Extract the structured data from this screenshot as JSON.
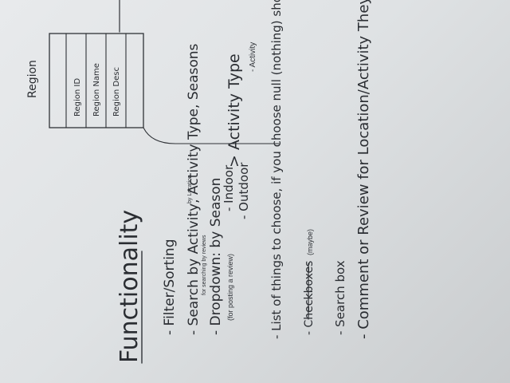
{
  "photo": {
    "subject": "whiteboard",
    "orientation": "rotated 90 degrees clockwise"
  },
  "whiteboard": {
    "title": "Functionality",
    "table": {
      "name": "Region",
      "fields": [
        "Region ID",
        "Region Name",
        "Region Desc"
      ]
    },
    "items": [
      {
        "text": "- Filter/Sorting"
      },
      {
        "text": "- Search by Activity, Activity Type, Seasons",
        "notes": [
          "for searching by reviews",
          "by Location"
        ]
      },
      {
        "text": "- Dropdown: by Season",
        "note": "(for posting a review)",
        "options": [
          "- Indoor",
          "- Outdoor"
        ],
        "target": "> Activity Type",
        "sub": "- Activity"
      },
      {
        "text": "- List of things to choose, if you choose null (nothing) show all"
      },
      {
        "text": "- Checkboxes",
        "note": "(maybe)"
      },
      {
        "text": "- Search box"
      },
      {
        "text": "- Comment or Review for Location/Activity They Do"
      }
    ]
  }
}
